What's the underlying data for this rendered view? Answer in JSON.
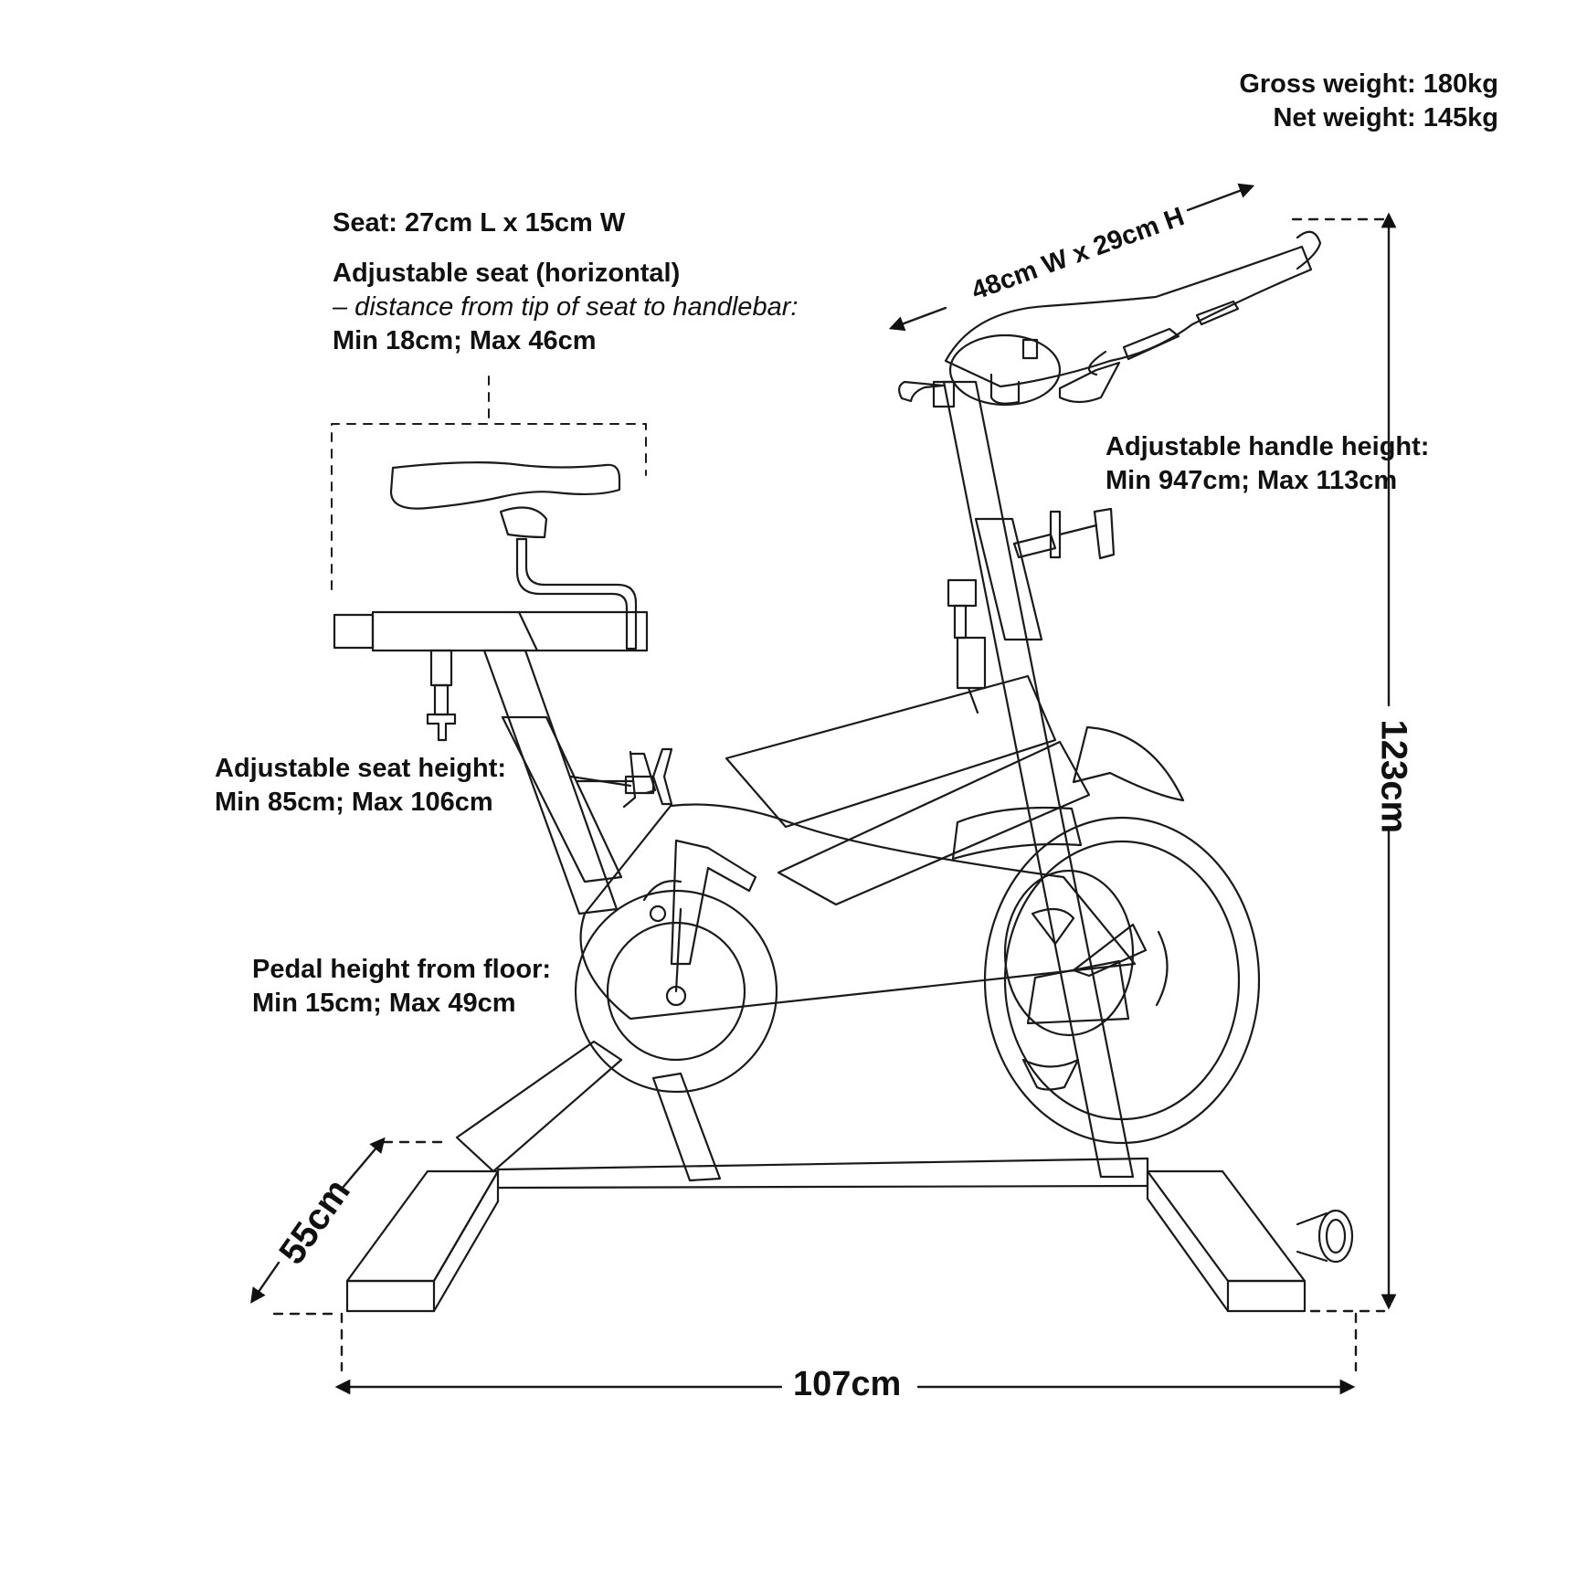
{
  "weights": {
    "gross": "Gross weight: 180kg",
    "net": "Net weight: 145kg"
  },
  "seat": {
    "size": "Seat: 27cm L x 15cm W",
    "horizontal_title": "Adjustable seat (horizontal)",
    "horizontal_desc": "– distance from tip of seat to handlebar:",
    "horizontal_range": "Min 18cm; Max 46cm",
    "height_title": "Adjustable seat height:",
    "height_range": "Min 85cm; Max 106cm"
  },
  "handle": {
    "size": "48cm W x 29cm H",
    "height_title": "Adjustable handle height:",
    "height_range": "Min 947cm; Max 113cm"
  },
  "pedal": {
    "title": "Pedal height from floor:",
    "range": "Min 15cm; Max 49cm"
  },
  "dimensions": {
    "length": "107cm",
    "height": "123cm",
    "width": "55cm"
  }
}
